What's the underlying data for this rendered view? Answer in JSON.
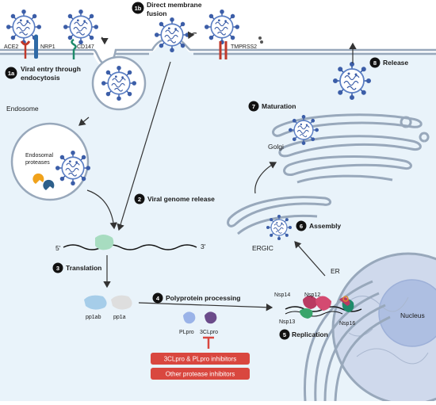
{
  "steps": {
    "s1a": {
      "num": "1a",
      "label": "Viral entry through",
      "label2": "endocytosis"
    },
    "s1b": {
      "num": "1b",
      "label": "Direct membrane",
      "label2": "fusion"
    },
    "s2": {
      "num": "2",
      "label": "Viral genome release"
    },
    "s3": {
      "num": "3",
      "label": "Translation"
    },
    "s4": {
      "num": "4",
      "label": "Polyprotein processing"
    },
    "s5": {
      "num": "5",
      "label": "Replication"
    },
    "s6": {
      "num": "6",
      "label": "Assembly"
    },
    "s7": {
      "num": "7",
      "label": "Maturation"
    },
    "s8": {
      "num": "8",
      "label": "Release"
    }
  },
  "receptors": {
    "ace2": "ACE2",
    "nrp1": "NRP1",
    "cd147": "CD147",
    "tmprss2": "TMPRSS2"
  },
  "compartments": {
    "endosome": "Endosome",
    "endosomal_proteases": "Endosomal",
    "endosomal_proteases2": "proteases",
    "golgi": "Golgi",
    "ergic": "ERGIC",
    "er": "ER",
    "nucleus": "Nucleus"
  },
  "genome": {
    "five_prime": "5'",
    "three_prime": "3'"
  },
  "polyproteins": {
    "pp1ab": "pp1ab",
    "pp1a": "pp1a"
  },
  "proteases": {
    "plpro": "PLpro",
    "clpro": "3CLpro"
  },
  "nsps": {
    "nsp14": "Nsp14",
    "nsp12": "Nsp12",
    "nsp13": "Nsp13",
    "nsp16": "Nsp16"
  },
  "inhibitors": {
    "btn1": "3CLpro & PLpro inhibitors",
    "btn2": "Other protease inhibitors"
  },
  "colors": {
    "cell_fill": "#e9f3fa",
    "membrane": "#98a8bb",
    "virus": "#3c5ea8",
    "step_badge": "#111111",
    "inhibitor": "#d9473f"
  }
}
